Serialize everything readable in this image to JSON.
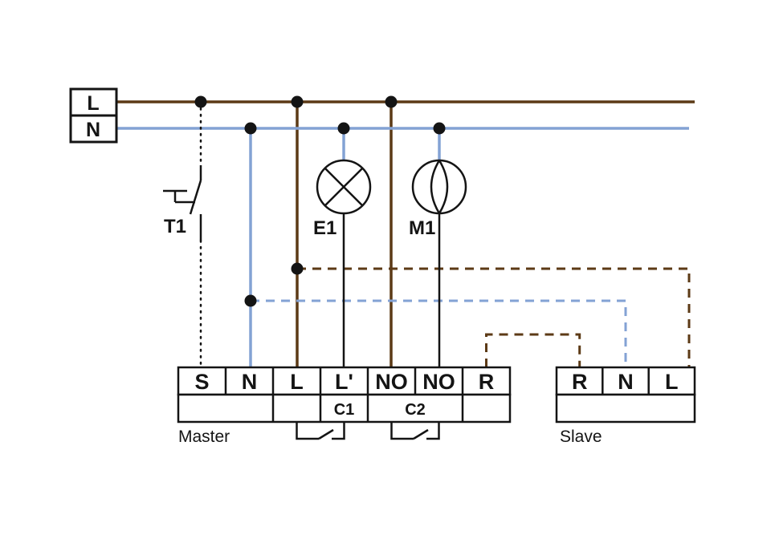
{
  "supply": {
    "l": "L",
    "n": "N"
  },
  "components": {
    "t1": "T1",
    "e1": "E1",
    "m1": "M1"
  },
  "master": {
    "label": "Master",
    "terminals": [
      "S",
      "N",
      "L",
      "L'",
      "NO",
      "NO",
      "R"
    ],
    "c1": "C1",
    "c2": "C2"
  },
  "slave": {
    "label": "Slave",
    "terminals": [
      "R",
      "N",
      "L"
    ]
  },
  "colors": {
    "live_brown": "#5c3a16",
    "neutral_blue": "#83a2d4",
    "wire_black": "#141414"
  }
}
